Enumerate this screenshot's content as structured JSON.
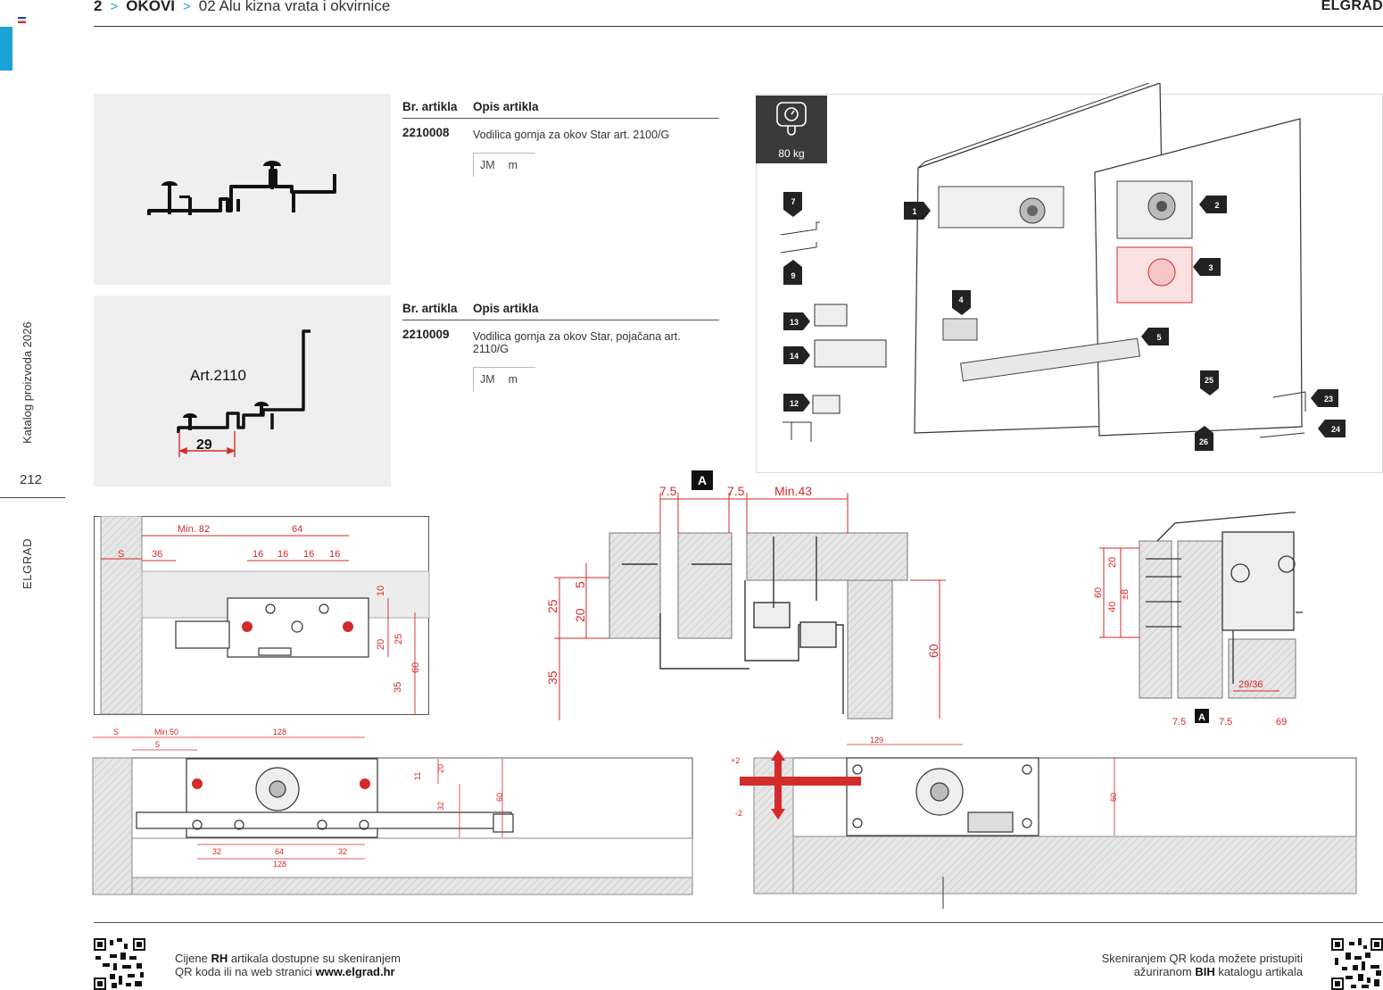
{
  "header": {
    "page_num": "2",
    "section": "OKOVI",
    "subsection": "02  Alu kizna vrata i okvirnice",
    "brand": "ELGRAD"
  },
  "sidebar": {
    "catalog": "Katalog proizvoda 2026",
    "page": "212",
    "brand": "ELGRAD"
  },
  "products": [
    {
      "col_article": "Br. artikla",
      "col_desc": "Opis artikla",
      "article": "2210008",
      "description": "Vodilica gornja za okov Star art. 2100/G",
      "unit_code": "JM",
      "unit": "m"
    },
    {
      "col_article": "Br. artikla",
      "col_desc": "Opis artikla",
      "article": "2210009",
      "description": "Vodilica gornja za okov Star, pojačana art. 2110/G",
      "unit_code": "JM",
      "unit": "m",
      "image_label": "Art.2110",
      "image_dim": "29"
    }
  ],
  "exploded": {
    "load": "80 kg",
    "parts": [
      "1",
      "2",
      "3",
      "4",
      "5",
      "7",
      "9",
      "12",
      "13",
      "14",
      "23",
      "24",
      "25",
      "26"
    ]
  },
  "section_a": {
    "marker": "A",
    "top_dims": [
      "7.5",
      "7.5",
      "Min.43"
    ],
    "left_dims": [
      "5",
      "25",
      "20",
      "35"
    ],
    "right_dim": "60"
  },
  "side_view": {
    "dims_left": [
      "20",
      "60",
      "40",
      "±8"
    ],
    "bottom": [
      "29/36",
      "7.5",
      "7.5",
      "69"
    ],
    "marker": "A"
  },
  "top_left_plan": {
    "dims_top": [
      "Min. 82",
      "64",
      "S",
      "36",
      "16",
      "16",
      "16",
      "16"
    ],
    "dims_right": [
      "10",
      "20",
      "25",
      "60",
      "35"
    ]
  },
  "bottom_left_plan": {
    "dims_top": [
      "S",
      "Min.50",
      "128",
      "5"
    ],
    "dims_right": [
      "20",
      "11",
      "32",
      "60"
    ],
    "dims_bottom": [
      "32",
      "64",
      "32",
      "128"
    ]
  },
  "bottom_right_plan": {
    "dim_top": "129",
    "adjust": [
      "+2",
      "-2"
    ],
    "dim_right": "60"
  },
  "footer": {
    "left_1a": "Cijene ",
    "left_1b": "RH",
    "left_1c": " artikala dostupne su skeniranjem",
    "left_2a": "QR koda ili na web stranici ",
    "left_2b": "www.elgrad.hr",
    "right_1": "Skeniranjem QR koda možete pristupiti",
    "right_2a": "ažuriranom ",
    "right_2b": "BIH",
    "right_2c": " katalogu artikala"
  },
  "colors": {
    "accent": "#1aa3d4",
    "dimension": "#d42a2a",
    "panel": "#efefef"
  }
}
